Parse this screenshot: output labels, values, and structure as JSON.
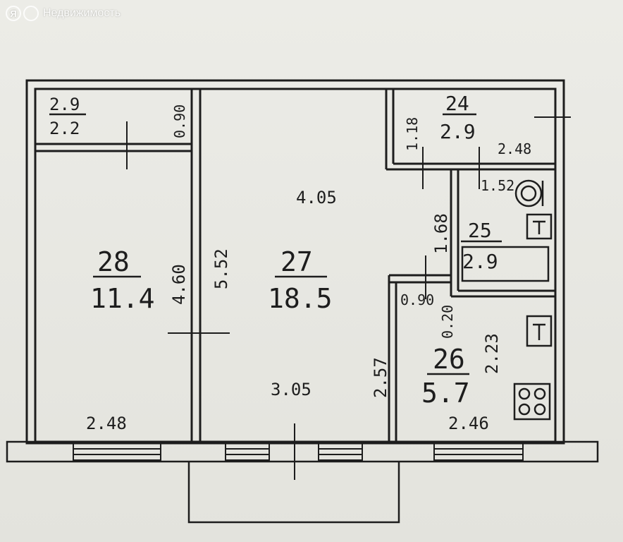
{
  "watermark": {
    "logo_letter": "Я",
    "service_name": "Недвижимость"
  },
  "rooms": {
    "room_28": {
      "number": "28",
      "area": "11.4"
    },
    "room_27": {
      "number": "27",
      "area": "18.5"
    },
    "closet": {
      "number": "2.9",
      "area": "2.2"
    },
    "room_24": {
      "number": "24",
      "area": "2.9"
    },
    "room_25": {
      "number": "25",
      "area": "2.9"
    },
    "room_26": {
      "number": "26",
      "area": "5.7"
    }
  },
  "dimensions": {
    "closet_depth": "0.90",
    "room_28_depth": "4.60",
    "room_28_width": "2.48",
    "room_27_depth": "5.52",
    "room_27_width_top": "4.05",
    "room_27_width_bottom": "3.05",
    "room_24_depth": "1.18",
    "room_24_width": "2.48",
    "bath_width": "1.52",
    "bath_depth": "1.68",
    "kitchen_door": "0.90",
    "kitchen_depth_right": "2.23",
    "kitchen_vent": "0.20",
    "kitchen_depth_left": "2.57",
    "kitchen_width": "2.46"
  },
  "icons": {
    "toilet": "toilet-icon",
    "sink_bath": "sink-icon",
    "sink_kitchen": "kitchen-sink-icon",
    "stove": "stove-icon"
  },
  "colors": {
    "paper": "#e6e6e0",
    "ink": "#1d1d1d",
    "watermark": "#ffffff"
  }
}
